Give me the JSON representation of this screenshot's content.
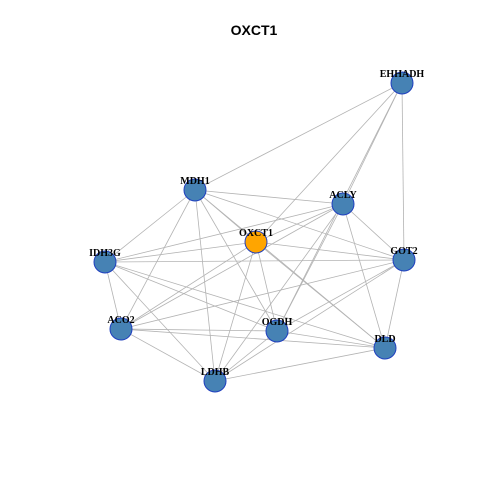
{
  "title": "OXCT1",
  "colors": {
    "hub_fill": "#ffa500",
    "node_fill": "#4682b4",
    "node_border": "#1f3fbf",
    "edge": "#b3b3b3",
    "background": "#ffffff"
  },
  "nodes": [
    {
      "id": "EHHADH",
      "label": "EHHADH",
      "hub": false
    },
    {
      "id": "MDH1",
      "label": "MDH1",
      "hub": false
    },
    {
      "id": "ACLY",
      "label": "ACLY",
      "hub": false
    },
    {
      "id": "OXCT1",
      "label": "OXCT1",
      "hub": true
    },
    {
      "id": "IDH3G",
      "label": "IDH3G",
      "hub": false
    },
    {
      "id": "GOT2",
      "label": "GOT2",
      "hub": false
    },
    {
      "id": "ACO2",
      "label": "ACO2",
      "hub": false
    },
    {
      "id": "OGDH",
      "label": "OGDH",
      "hub": false
    },
    {
      "id": "DLD",
      "label": "DLD",
      "hub": false
    },
    {
      "id": "LDHB",
      "label": "LDHB",
      "hub": false
    }
  ],
  "edges": [
    [
      "EHHADH",
      "MDH1"
    ],
    [
      "EHHADH",
      "OXCT1"
    ],
    [
      "EHHADH",
      "ACLY"
    ],
    [
      "EHHADH",
      "GOT2"
    ],
    [
      "EHHADH",
      "OGDH"
    ],
    [
      "MDH1",
      "ACLY"
    ],
    [
      "MDH1",
      "OXCT1"
    ],
    [
      "MDH1",
      "IDH3G"
    ],
    [
      "MDH1",
      "GOT2"
    ],
    [
      "MDH1",
      "ACO2"
    ],
    [
      "MDH1",
      "OGDH"
    ],
    [
      "MDH1",
      "DLD"
    ],
    [
      "MDH1",
      "LDHB"
    ],
    [
      "ACLY",
      "OXCT1"
    ],
    [
      "ACLY",
      "IDH3G"
    ],
    [
      "ACLY",
      "GOT2"
    ],
    [
      "ACLY",
      "OGDH"
    ],
    [
      "ACLY",
      "DLD"
    ],
    [
      "ACLY",
      "LDHB"
    ],
    [
      "ACLY",
      "ACO2"
    ],
    [
      "OXCT1",
      "IDH3G"
    ],
    [
      "OXCT1",
      "GOT2"
    ],
    [
      "OXCT1",
      "ACO2"
    ],
    [
      "OXCT1",
      "OGDH"
    ],
    [
      "OXCT1",
      "DLD"
    ],
    [
      "OXCT1",
      "LDHB"
    ],
    [
      "IDH3G",
      "GOT2"
    ],
    [
      "IDH3G",
      "ACO2"
    ],
    [
      "IDH3G",
      "OGDH"
    ],
    [
      "IDH3G",
      "DLD"
    ],
    [
      "IDH3G",
      "LDHB"
    ],
    [
      "GOT2",
      "ACO2"
    ],
    [
      "GOT2",
      "OGDH"
    ],
    [
      "GOT2",
      "DLD"
    ],
    [
      "GOT2",
      "LDHB"
    ],
    [
      "ACO2",
      "OGDH"
    ],
    [
      "ACO2",
      "DLD"
    ],
    [
      "ACO2",
      "LDHB"
    ],
    [
      "OGDH",
      "DLD"
    ],
    [
      "OGDH",
      "LDHB"
    ],
    [
      "DLD",
      "LDHB"
    ]
  ]
}
